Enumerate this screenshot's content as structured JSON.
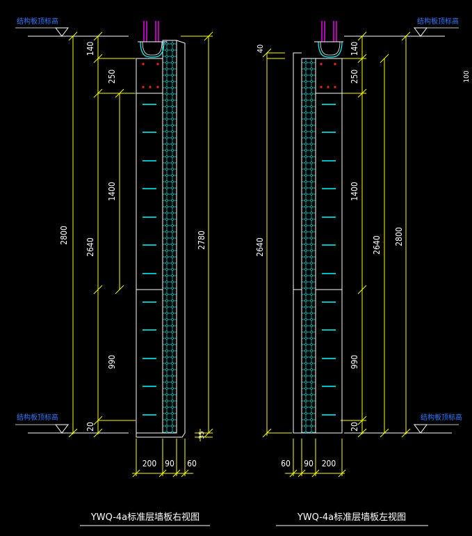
{
  "level_label": "结构板顶标高",
  "right_view": {
    "title": "YWQ-4a标准层墙板右视图",
    "dims": {
      "total_height": "2800",
      "clear_height": "2640",
      "panel_height": "2780",
      "top_slab": "140",
      "beam_zone": "250",
      "upper_zone": "1400",
      "lower_zone": "990",
      "bottom_gap": "20",
      "bottom_step": "35",
      "w_concrete": "200",
      "w_insulation": "90",
      "w_facing": "60"
    }
  },
  "left_view": {
    "title": "YWQ-4a标准层墙板左视图",
    "dims": {
      "top_offset": "40",
      "clear_height": "2640",
      "top_slab": "140",
      "beam_zone": "250",
      "upper_zone": "1400",
      "inner_height": "2640",
      "total_height": "2800",
      "lower_zone": "990",
      "bottom_gap": "20",
      "w_facing": "60",
      "w_insulation": "90",
      "w_concrete": "200",
      "edge_fragment": "100"
    }
  },
  "colors": {
    "background": "#000000",
    "panel_outline": "#ffffff",
    "dimension_line": "#ffff00",
    "insulation_mesh": "#00ffff",
    "rebar_ticks": "#00ffff",
    "hook_bars": "#ff00ff",
    "level_text": "#2f7bff",
    "anchor_dots": "#ff2020"
  }
}
